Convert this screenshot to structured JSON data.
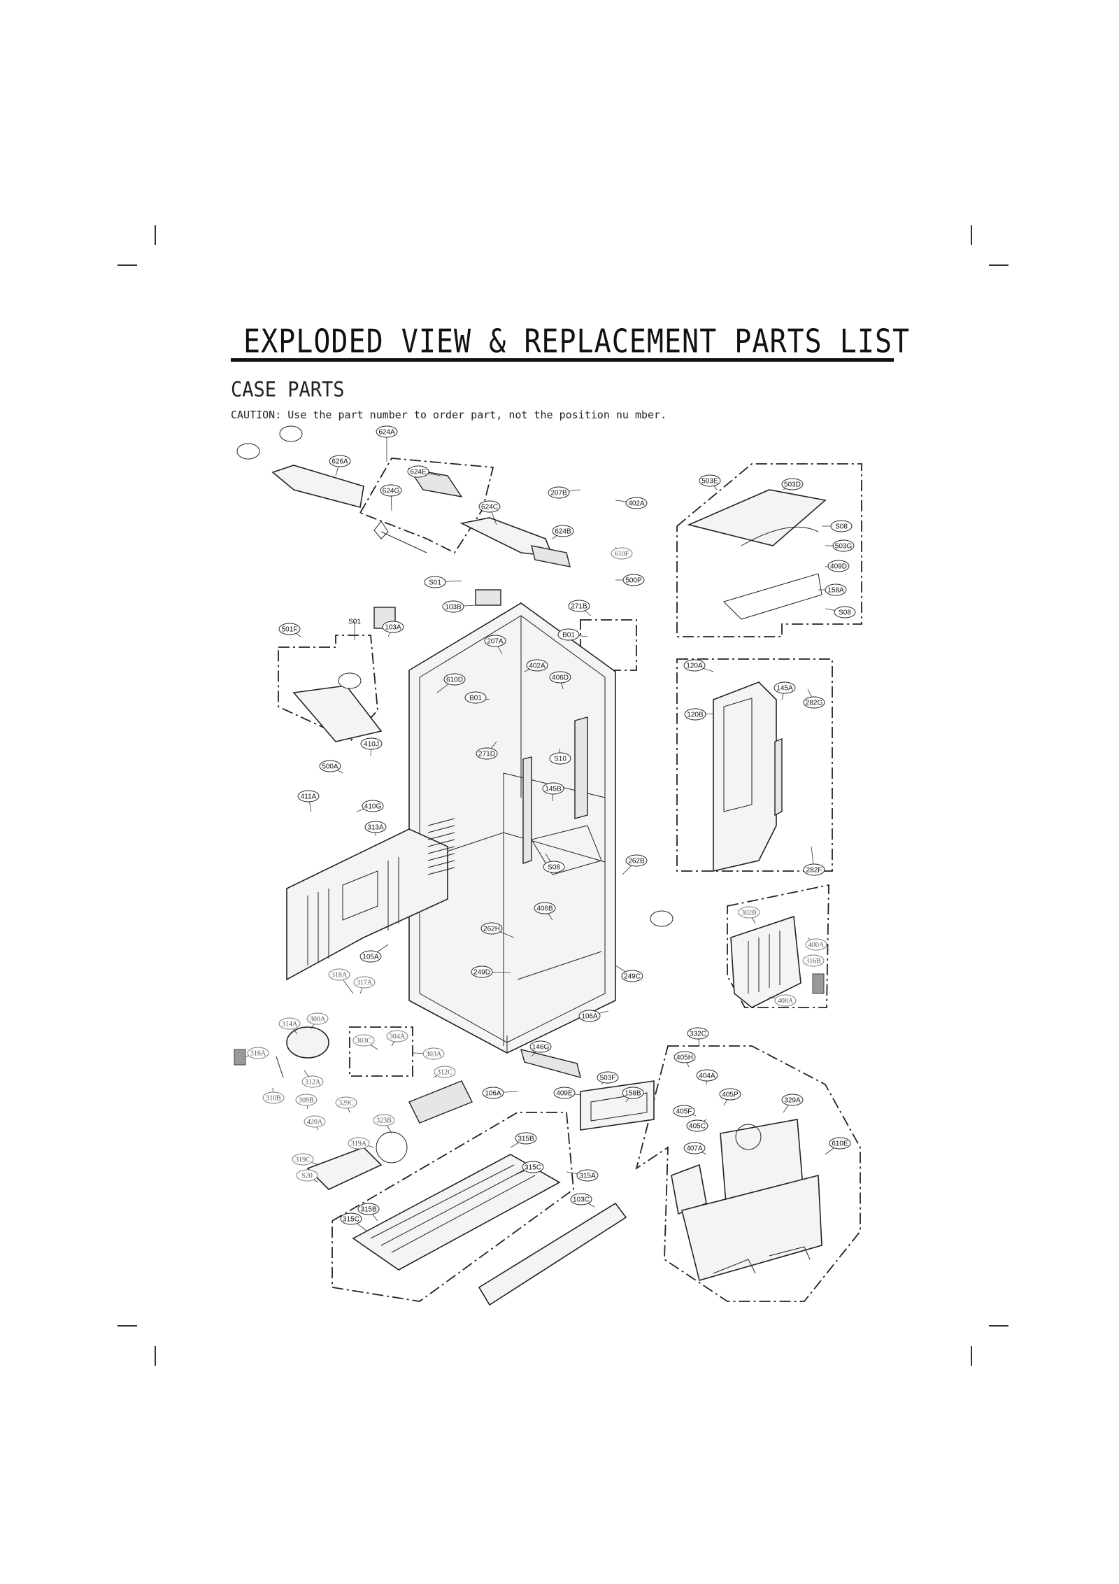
{
  "title": "EXPLODED VIEW & REPLACEMENT PARTS LIST",
  "section": "CASE PARTS",
  "caution": "CAUTION: Use the part number to order part, not the position nu mber.",
  "callouts": [
    {
      "label": "624A",
      "style": "sans"
    },
    {
      "label": "626A",
      "style": "sans"
    },
    {
      "label": "624E",
      "style": "sans"
    },
    {
      "label": "624G",
      "style": "sans"
    },
    {
      "label": "624C",
      "style": "sans"
    },
    {
      "label": "624B",
      "style": "sans"
    },
    {
      "label": "207B",
      "style": "sans"
    },
    {
      "label": "402A",
      "style": "sans"
    },
    {
      "label": "610F",
      "style": "serif"
    },
    {
      "label": "500P",
      "style": "sans"
    },
    {
      "label": "503E",
      "style": "sans"
    },
    {
      "label": "503D",
      "style": "sans"
    },
    {
      "label": "S08",
      "style": "sans"
    },
    {
      "label": "503G",
      "style": "sans"
    },
    {
      "label": "409D",
      "style": "sans"
    },
    {
      "label": "158A",
      "style": "sans"
    },
    {
      "label": "S08",
      "style": "sans"
    },
    {
      "label": "S01",
      "style": "sans"
    },
    {
      "label": "103B",
      "style": "sans"
    },
    {
      "label": "271B",
      "style": "sans"
    },
    {
      "label": "B01",
      "style": "sans"
    },
    {
      "label": "501F",
      "style": "sans"
    },
    {
      "label": "S01",
      "style": "plain"
    },
    {
      "label": "103A",
      "style": "sans"
    },
    {
      "label": "207A",
      "style": "sans"
    },
    {
      "label": "402A",
      "style": "sans"
    },
    {
      "label": "406D",
      "style": "sans"
    },
    {
      "label": "610D",
      "style": "sans"
    },
    {
      "label": "B01",
      "style": "sans"
    },
    {
      "label": "120A",
      "style": "sans"
    },
    {
      "label": "145A",
      "style": "sans"
    },
    {
      "label": "282G",
      "style": "sans"
    },
    {
      "label": "120B",
      "style": "sans"
    },
    {
      "label": "410J",
      "style": "sans"
    },
    {
      "label": "271D",
      "style": "sans"
    },
    {
      "label": "S10",
      "style": "sans"
    },
    {
      "label": "500A",
      "style": "sans"
    },
    {
      "label": "145B",
      "style": "sans"
    },
    {
      "label": "411A",
      "style": "sans"
    },
    {
      "label": "410G",
      "style": "sans"
    },
    {
      "label": "313A",
      "style": "sans"
    },
    {
      "label": "S08",
      "style": "sans"
    },
    {
      "label": "262B",
      "style": "sans"
    },
    {
      "label": "282F",
      "style": "sans"
    },
    {
      "label": "406B",
      "style": "sans"
    },
    {
      "label": "302B",
      "style": "serif"
    },
    {
      "label": "262H",
      "style": "sans"
    },
    {
      "label": "400A",
      "style": "serif"
    },
    {
      "label": "316B",
      "style": "serif"
    },
    {
      "label": "105A",
      "style": "sans"
    },
    {
      "label": "249D",
      "style": "sans"
    },
    {
      "label": "249C",
      "style": "sans"
    },
    {
      "label": "318A",
      "style": "serif"
    },
    {
      "label": "317A",
      "style": "serif"
    },
    {
      "label": "408A",
      "style": "serif"
    },
    {
      "label": "106A",
      "style": "sans"
    },
    {
      "label": "314A",
      "style": "serif"
    },
    {
      "label": "300A",
      "style": "serif"
    },
    {
      "label": "303C",
      "style": "serif"
    },
    {
      "label": "304A",
      "style": "serif"
    },
    {
      "label": "303A",
      "style": "serif"
    },
    {
      "label": "146G",
      "style": "sans"
    },
    {
      "label": "332C",
      "style": "sans"
    },
    {
      "label": "316A",
      "style": "serif"
    },
    {
      "label": "312C",
      "style": "serif"
    },
    {
      "label": "405H",
      "style": "sans"
    },
    {
      "label": "312A",
      "style": "serif"
    },
    {
      "label": "503F",
      "style": "sans"
    },
    {
      "label": "404A",
      "style": "sans"
    },
    {
      "label": "310B",
      "style": "serif"
    },
    {
      "label": "309B",
      "style": "serif"
    },
    {
      "label": "329C",
      "style": "serif"
    },
    {
      "label": "106A",
      "style": "sans"
    },
    {
      "label": "409E",
      "style": "sans"
    },
    {
      "label": "158B",
      "style": "sans"
    },
    {
      "label": "405P",
      "style": "sans"
    },
    {
      "label": "329A",
      "style": "sans"
    },
    {
      "label": "420A",
      "style": "serif"
    },
    {
      "label": "323B",
      "style": "serif"
    },
    {
      "label": "405F",
      "style": "sans"
    },
    {
      "label": "405C",
      "style": "sans"
    },
    {
      "label": "315B",
      "style": "sans"
    },
    {
      "label": "319A",
      "style": "serif"
    },
    {
      "label": "407A",
      "style": "sans"
    },
    {
      "label": "610E",
      "style": "sans"
    },
    {
      "label": "319C",
      "style": "serif"
    },
    {
      "label": "315C",
      "style": "sans"
    },
    {
      "label": "315A",
      "style": "sans"
    },
    {
      "label": "S20",
      "style": "serif"
    },
    {
      "label": "103C",
      "style": "sans"
    },
    {
      "label": "315B",
      "style": "sans"
    },
    {
      "label": "315C",
      "style": "sans"
    }
  ]
}
